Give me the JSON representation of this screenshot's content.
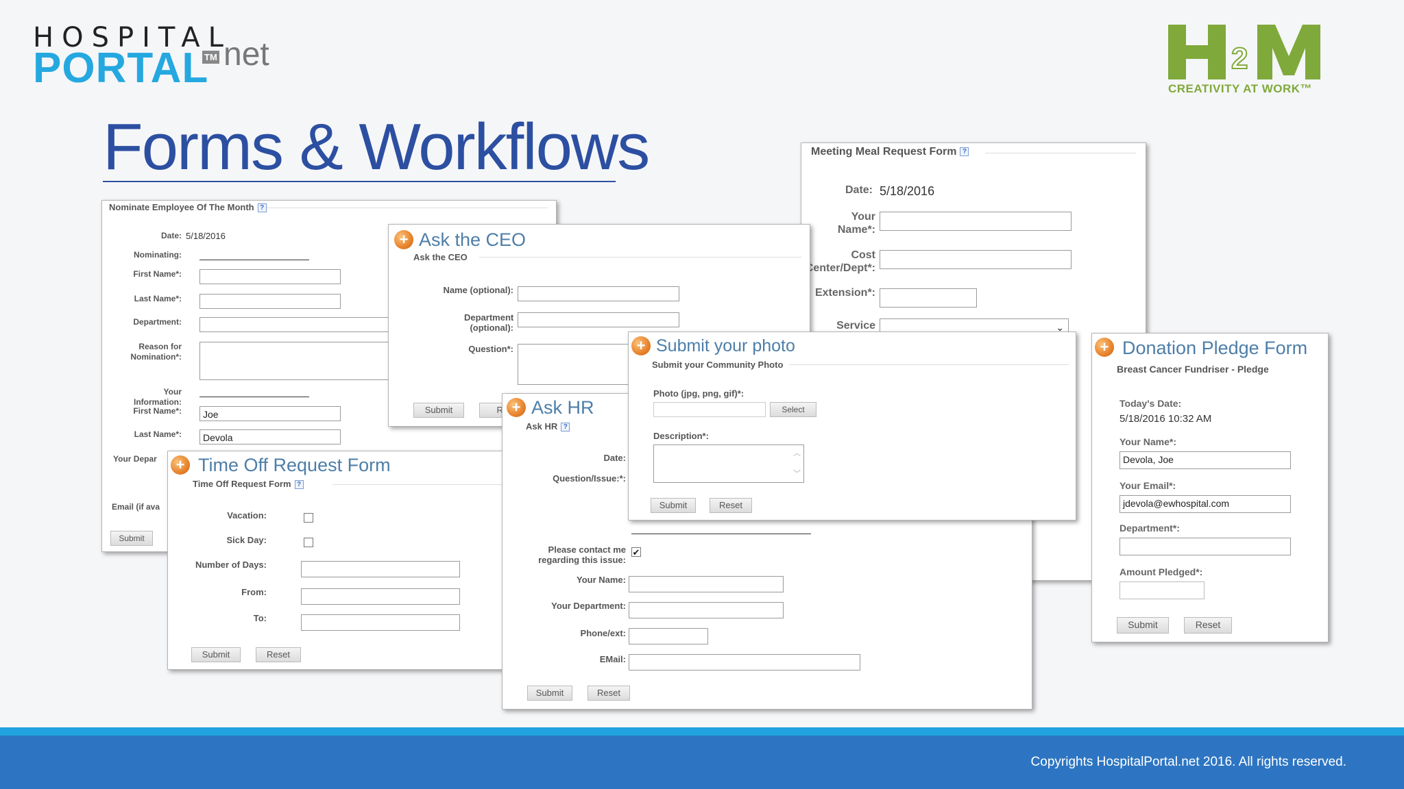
{
  "branding": {
    "hospital": "HOSPITAL",
    "portal": "PORTAL",
    "tm": "TM",
    "net": "net",
    "h2m_logo": "H2M",
    "h2m_tagline": "CREATIVITY AT WORK™",
    "brand_color": "#25a8e0",
    "h2m_color": "#7fa93a"
  },
  "slide": {
    "title": "Forms & Workflows",
    "copyright": "Copyrights HospitalPortal.net 2016. All rights reserved."
  },
  "nominate": {
    "legend": "Nominate Employee Of The Month",
    "help": "?",
    "date_label": "Date:",
    "date_value": "5/18/2016",
    "nominating_label": "Nominating:",
    "first_name_label": "First Name*:",
    "last_name_label": "Last Name*:",
    "department_label": "Department:",
    "reason_label": "Reason for Nomination*:",
    "your_info_label": "Your Information:",
    "your_first_label": "First Name*:",
    "your_first_value": "Joe",
    "your_last_label": "Last Name*:",
    "your_last_value": "Devola",
    "your_dept_label": "Your Depar",
    "email_label": "Email (if ava",
    "submit": "Submit"
  },
  "ceo": {
    "title": "Ask the CEO",
    "subtitle": "Ask the CEO",
    "name_label": "Name (optional):",
    "dept_label": "Department (optional):",
    "question_label": "Question*:",
    "submit": "Submit",
    "reset": "Res"
  },
  "meal": {
    "legend": "Meeting Meal Request Form",
    "help": "?",
    "date_label": "Date:",
    "date_value": "5/18/2016",
    "name_label": "Your Name*:",
    "cost_label": "Cost Center/Dept*:",
    "ext_label": "Extension*:",
    "service_label": "Service"
  },
  "photo": {
    "title": "Submit your photo",
    "subtitle": "Submit your Community Photo",
    "photo_label": "Photo (jpg, png, gif)*:",
    "select": "Select",
    "description_label": "Description*:",
    "submit": "Submit",
    "reset": "Reset"
  },
  "hr": {
    "title": "Ask HR",
    "subtitle": "Ask HR",
    "help": "?",
    "date_label": "Date:",
    "question_label": "Question/Issue:*:",
    "contact_label": "Please contact me regarding this issue:",
    "name_label": "Your Name:",
    "dept_label": "Your Department:",
    "phone_label": "Phone/ext:",
    "email_label": "EMail:",
    "submit": "Submit",
    "reset": "Reset"
  },
  "timeoff": {
    "title": "Time Off Request Form",
    "subtitle": "Time Off Request Form",
    "help": "?",
    "vacation_label": "Vacation:",
    "sick_label": "Sick Day:",
    "days_label": "Number of Days:",
    "from_label": "From:",
    "to_label": "To:",
    "submit": "Submit",
    "reset": "Reset"
  },
  "donation": {
    "title": "Donation Pledge Form",
    "subtitle": "Breast Cancer Fundriser - Pledge",
    "date_label": "Today's Date:",
    "date_value": "5/18/2016 10:32 AM",
    "name_label": "Your Name*:",
    "name_value": "Devola, Joe",
    "email_label": "Your Email*:",
    "email_value": "jdevola@ewhospital.com",
    "dept_label": "Department*:",
    "amount_label": "Amount Pledged*:",
    "submit": "Submit",
    "reset": "Reset"
  }
}
